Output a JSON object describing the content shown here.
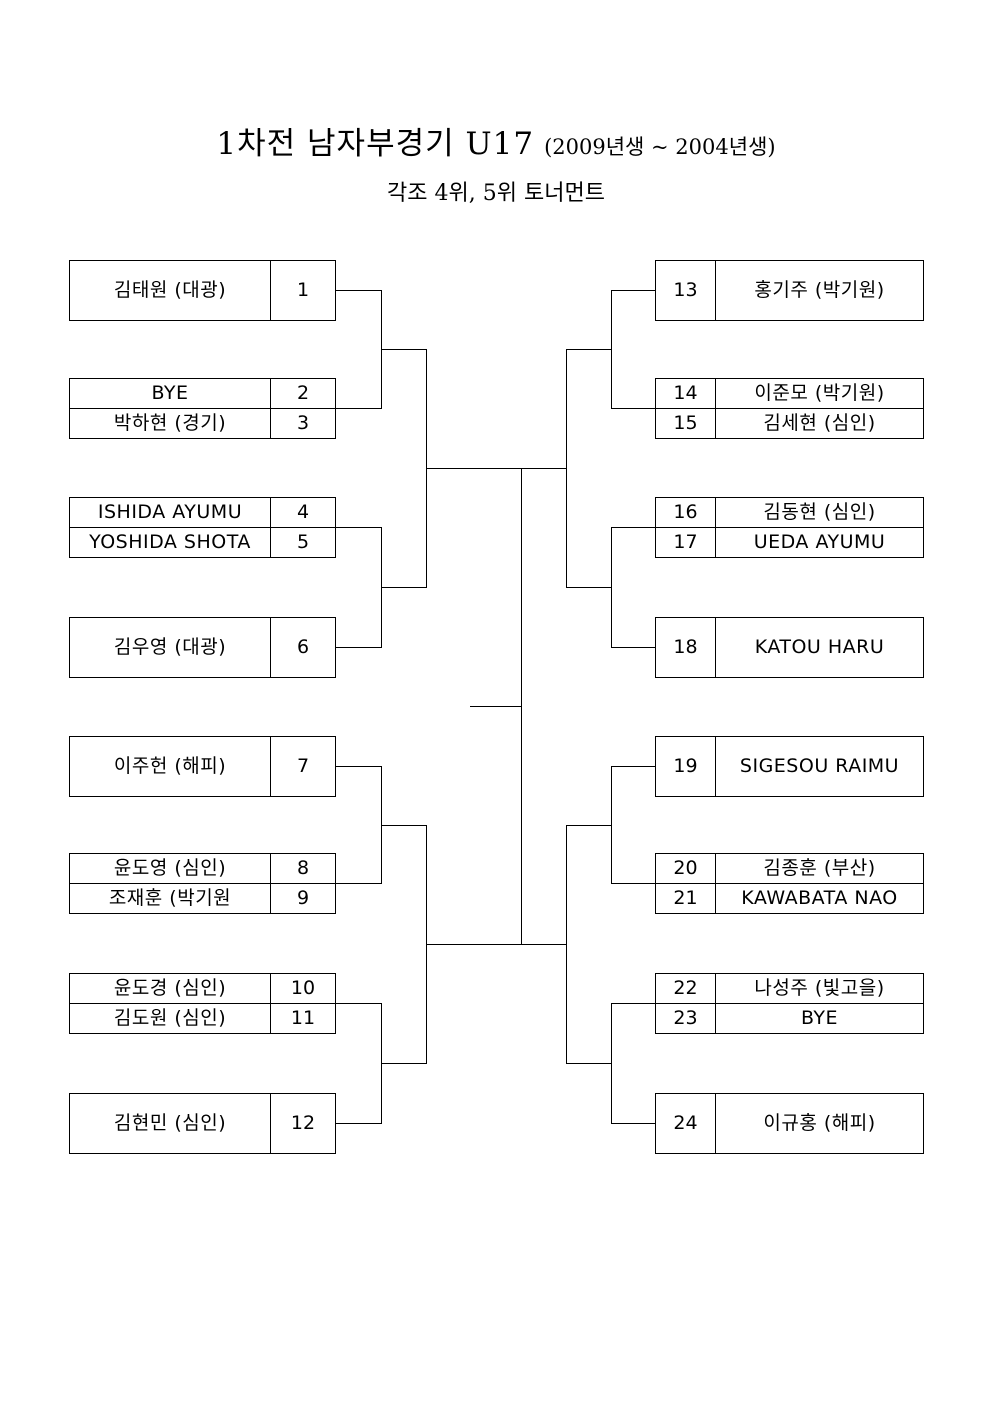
{
  "header": {
    "title_main": "1차전  남자부경기  U17",
    "title_paren": "(2009년생 ~ 2004년생)",
    "subtitle": "각조 4위, 5위 토너먼트"
  },
  "bracket": {
    "left": [
      {
        "num": "1",
        "name": "김태원 (대광)"
      },
      {
        "num": "2",
        "name": "BYE"
      },
      {
        "num": "3",
        "name": "박하현 (경기)"
      },
      {
        "num": "4",
        "name": "ISHIDA AYUMU"
      },
      {
        "num": "5",
        "name": "YOSHIDA SHOTA"
      },
      {
        "num": "6",
        "name": "김우영 (대광)"
      },
      {
        "num": "7",
        "name": "이주헌 (해피)"
      },
      {
        "num": "8",
        "name": "윤도영 (심인)"
      },
      {
        "num": "9",
        "name": "조재훈 (박기원"
      },
      {
        "num": "10",
        "name": "윤도경 (심인)"
      },
      {
        "num": "11",
        "name": "김도원 (심인)"
      },
      {
        "num": "12",
        "name": "김현민 (심인)"
      }
    ],
    "right": [
      {
        "num": "13",
        "name": "홍기주 (박기원)"
      },
      {
        "num": "14",
        "name": "이준모 (박기원)"
      },
      {
        "num": "15",
        "name": "김세현 (심인)"
      },
      {
        "num": "16",
        "name": "김동현 (심인)"
      },
      {
        "num": "17",
        "name": "UEDA AYUMU"
      },
      {
        "num": "18",
        "name": "KATOU HARU"
      },
      {
        "num": "19",
        "name": "SIGESOU RAIMU"
      },
      {
        "num": "20",
        "name": "김종훈 (부산)"
      },
      {
        "num": "21",
        "name": "KAWABATA NAO"
      },
      {
        "num": "22",
        "name": "나성주 (빛고을)"
      },
      {
        "num": "23",
        "name": "BYE"
      },
      {
        "num": "24",
        "name": "이규홍 (해피)"
      }
    ]
  }
}
